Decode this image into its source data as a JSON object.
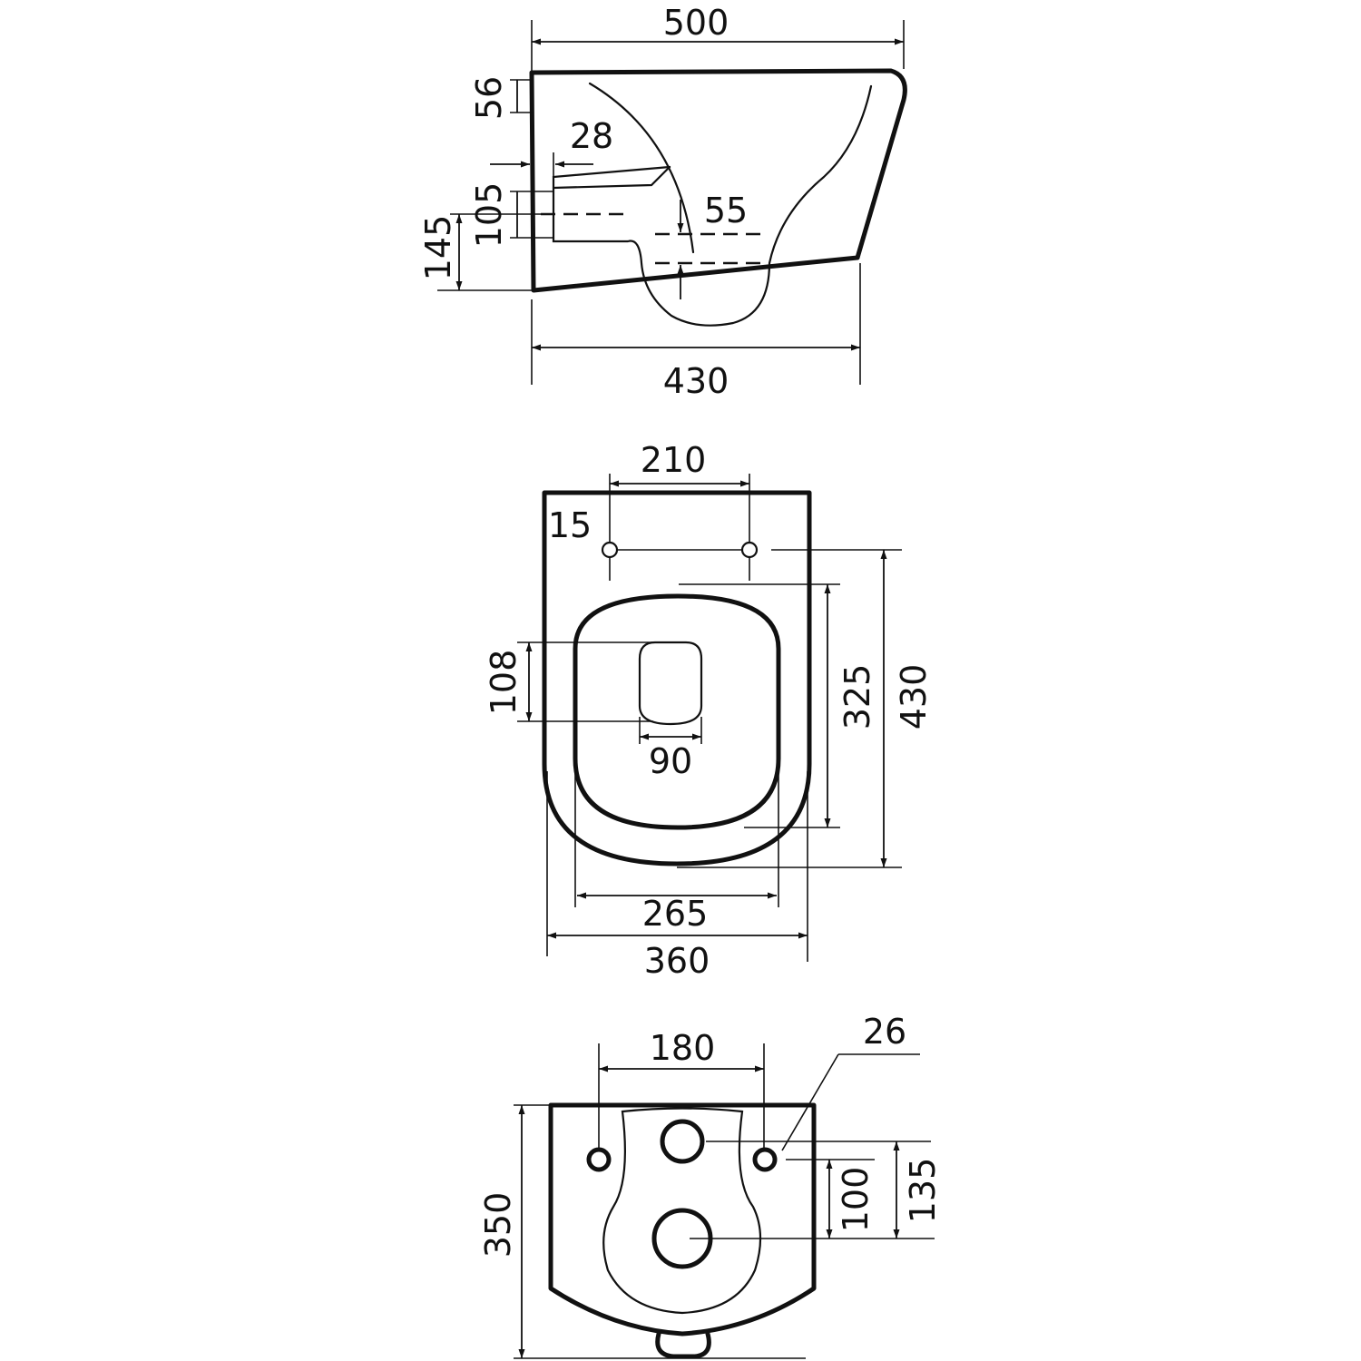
{
  "views": {
    "side": {
      "overall_length": "500",
      "top_rim_height": "56",
      "outlet_offset": "28",
      "outlet_height": "105",
      "mounting_height": "145",
      "water_seal": "55",
      "base_length": "430"
    },
    "top": {
      "hinge_spacing": "210",
      "hinge_setback": "15",
      "opening_length": "108",
      "opening_width": "90",
      "bowl_length": "325",
      "overall_length": "430",
      "bowl_width": "265",
      "overall_width": "360"
    },
    "rear": {
      "bolt_spacing": "180",
      "bolt_diameter": "26",
      "overall_height": "350",
      "inlet_outlet_distance": "100",
      "bolt_outlet_distance": "135"
    }
  },
  "colors": {
    "line": "#111111",
    "background": "#ffffff"
  }
}
